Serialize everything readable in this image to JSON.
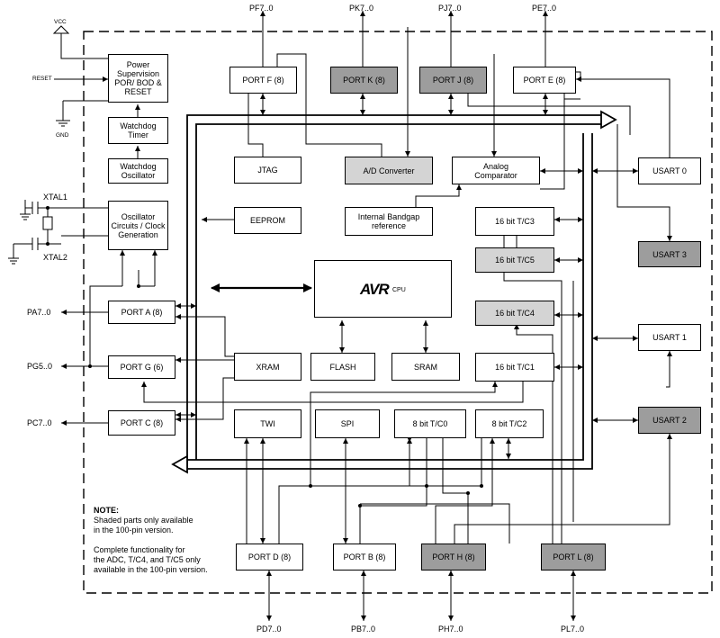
{
  "blocks": {
    "power": "Power Supervision POR/ BOD & RESET",
    "watchdog_timer": "Watchdog Timer",
    "watchdog_osc": "Watchdog Oscillator",
    "oscillator": "Oscillator Circuits / Clock Generation",
    "port_a": "PORT A (8)",
    "port_g": "PORT G (6)",
    "port_c": "PORT C (8)",
    "port_f": "PORT F (8)",
    "port_k": "PORT K (8)",
    "port_j": "PORT J (8)",
    "port_e": "PORT E (8)",
    "port_d": "PORT D (8)",
    "port_b": "PORT B (8)",
    "port_h": "PORT H (8)",
    "port_l": "PORT L (8)",
    "jtag": "JTAG",
    "adc": "A/D Converter",
    "analog_comp": "Analog Comparator",
    "eeprom": "EEPROM",
    "bandgap": "Internal Bandgap reference",
    "tc3": "16 bit T/C3",
    "tc5": "16 bit T/C5",
    "tc4": "16 bit T/C4",
    "tc1": "16 bit T/C1",
    "tc0": "8 bit T/C0",
    "tc2": "8 bit T/C2",
    "xram": "XRAM",
    "flash": "FLASH",
    "sram": "SRAM",
    "twi": "TWI",
    "spi": "SPI",
    "usart0": "USART 0",
    "usart3": "USART 3",
    "usart1": "USART 1",
    "usart2": "USART 2"
  },
  "cpu": {
    "logo": "AVR",
    "label": "CPU"
  },
  "pins": {
    "vcc": "VCC",
    "reset": "RESET",
    "gnd": "GND",
    "xtal1": "XTAL1",
    "xtal2": "XTAL2",
    "pa": "PA7..0",
    "pg": "PG5..0",
    "pc": "PC7..0",
    "pf": "PF7..0",
    "pk": "PK7..0",
    "pj": "PJ7..0",
    "pe": "PE7..0",
    "pd": "PD7..0",
    "pb": "PB7..0",
    "ph": "PH7..0",
    "pl": "PL7..0"
  },
  "note": {
    "title": "NOTE:",
    "line1": "Shaded parts only available",
    "line2": "in the 100-pin version.",
    "line3": "Complete functionality for",
    "line4": "the ADC, T/C4, and T/C5 only",
    "line5": "available in the 100-pin version."
  },
  "colors": {
    "shaded_dark": "#9d9d9d",
    "shaded_light": "#d4d4d4",
    "line": "#000000"
  }
}
